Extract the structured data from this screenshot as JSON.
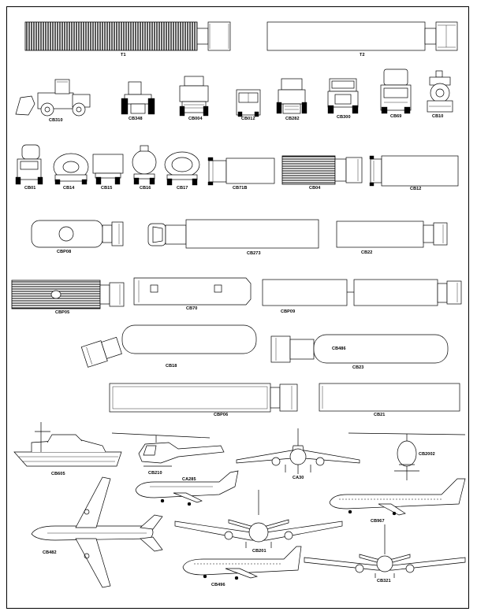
{
  "sheet_title": "Vehicles and aircraft CAD blocks",
  "blocks": [
    {
      "id": "T1",
      "kind": "truck-side-hatched"
    },
    {
      "id": "T2",
      "kind": "truck-side"
    },
    {
      "id": "CB310",
      "kind": "wheel-loader"
    },
    {
      "id": "CB348",
      "kind": "tractor-front"
    },
    {
      "id": "CB004",
      "kind": "truck-front"
    },
    {
      "id": "CB012",
      "kind": "van-front"
    },
    {
      "id": "CB282",
      "kind": "semi-front"
    },
    {
      "id": "CB300",
      "kind": "truck-front"
    },
    {
      "id": "CB69",
      "kind": "truck-front"
    },
    {
      "id": "CB10",
      "kind": "locomotive-front"
    },
    {
      "id": "CB01",
      "kind": "truck-front"
    },
    {
      "id": "CB14",
      "kind": "tanker-front"
    },
    {
      "id": "CB15",
      "kind": "trailer-front"
    },
    {
      "id": "CB16",
      "kind": "tanker-front"
    },
    {
      "id": "CB17",
      "kind": "tanker-front"
    },
    {
      "id": "CB71B",
      "kind": "truck-plan"
    },
    {
      "id": "CB04",
      "kind": "truck-plan"
    },
    {
      "id": "CB12",
      "kind": "truck-plan"
    },
    {
      "id": "CBP08",
      "kind": "tanker-plan"
    },
    {
      "id": "CB273",
      "kind": "truck-plan"
    },
    {
      "id": "CB22",
      "kind": "truck-plan"
    },
    {
      "id": "CBP05",
      "kind": "truck-plan"
    },
    {
      "id": "CB70",
      "kind": "bus-plan"
    },
    {
      "id": "CBP09",
      "kind": "double-trailer-plan"
    },
    {
      "id": "CB18",
      "kind": "tanker-plan"
    },
    {
      "id": "CB486",
      "kind": "tanker-plan"
    },
    {
      "id": "CB23",
      "kind": "truck-plan"
    },
    {
      "id": "CBP06",
      "kind": "truck-plan"
    },
    {
      "id": "CB21",
      "kind": "truck-plan"
    },
    {
      "id": "CB605",
      "kind": "motor-yacht-side"
    },
    {
      "id": "CB210",
      "kind": "helicopter-side"
    },
    {
      "id": "CA285",
      "kind": "airliner-side"
    },
    {
      "id": "CA30",
      "kind": "airliner-front"
    },
    {
      "id": "CB2002",
      "kind": "helicopter-front"
    },
    {
      "id": "CB967",
      "kind": "airliner-side"
    },
    {
      "id": "CB482",
      "kind": "airliner-plan"
    },
    {
      "id": "CB201",
      "kind": "airliner-front"
    },
    {
      "id": "CB496",
      "kind": "airliner-side"
    },
    {
      "id": "CB321",
      "kind": "airliner-front"
    }
  ]
}
